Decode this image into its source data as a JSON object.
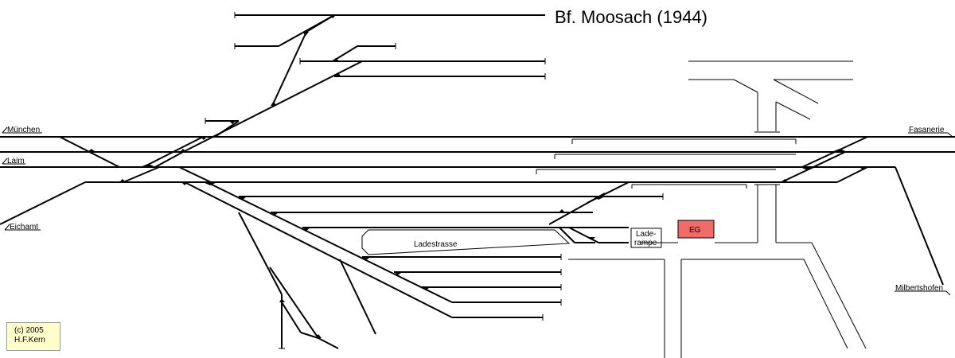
{
  "title": "Bf. Moosach (1944)",
  "directions": {
    "muenchen": "München",
    "laim": "Laim",
    "eichamt": "Eichamt",
    "fasanerie": "Fasanerie",
    "milbertshofen": "Milbertshofen"
  },
  "labels": {
    "ladestrasse": "Ladestrasse",
    "laderampe_1": "Lade-",
    "laderampe_2": "rampe",
    "eg": "EG"
  },
  "copyright": {
    "line1": "(c) 2005",
    "line2": "H.F.Kern"
  },
  "colors": {
    "track": "#000000",
    "station_building": "#f26b6b",
    "copyright_bg": "#ffffcc"
  }
}
